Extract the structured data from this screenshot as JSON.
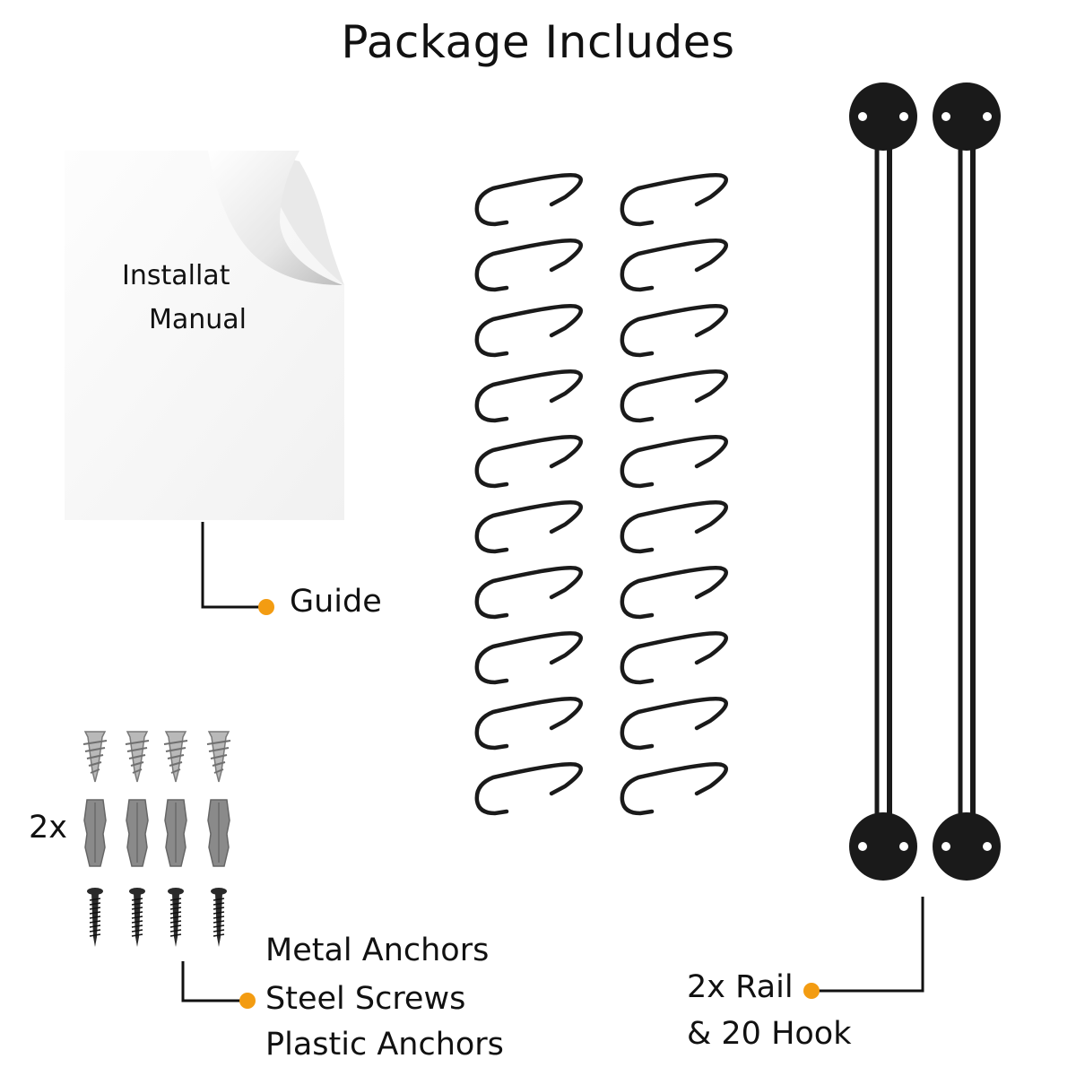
{
  "title": "Package Includes",
  "manual": {
    "line1": "Installat",
    "line2": "Manual"
  },
  "callouts": {
    "guide": "Guide",
    "multiplier": "2x",
    "hardware": [
      "Metal Anchors",
      "Steel Screws",
      "Plastic Anchors"
    ],
    "rail_line1": "2x Rail",
    "rail_line2": "& 20 Hook"
  },
  "colors": {
    "accent_dot": "#f39c12",
    "metal_black": "#1a1a1a",
    "anchor_grey": "#8a8a8a"
  },
  "icons": [
    "manual-page-curl",
    "s-hook",
    "wall-rail",
    "metal-anchor",
    "plastic-anchor",
    "steel-screw"
  ]
}
